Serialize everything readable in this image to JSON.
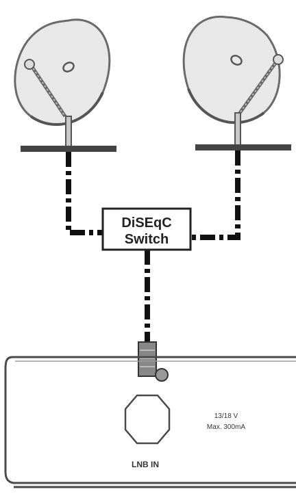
{
  "switch": {
    "line1": "DiSEqC",
    "line2": "Switch"
  },
  "device": {
    "voltage": "13/18 V",
    "current": "Max. 300mA",
    "port_label": "LNB IN"
  },
  "colors": {
    "line": "#111111",
    "dish_fill": "#e8e8e8",
    "dish_stroke": "#6a6a6a",
    "mast": "#444444",
    "device_stroke": "#4a4a4a"
  }
}
